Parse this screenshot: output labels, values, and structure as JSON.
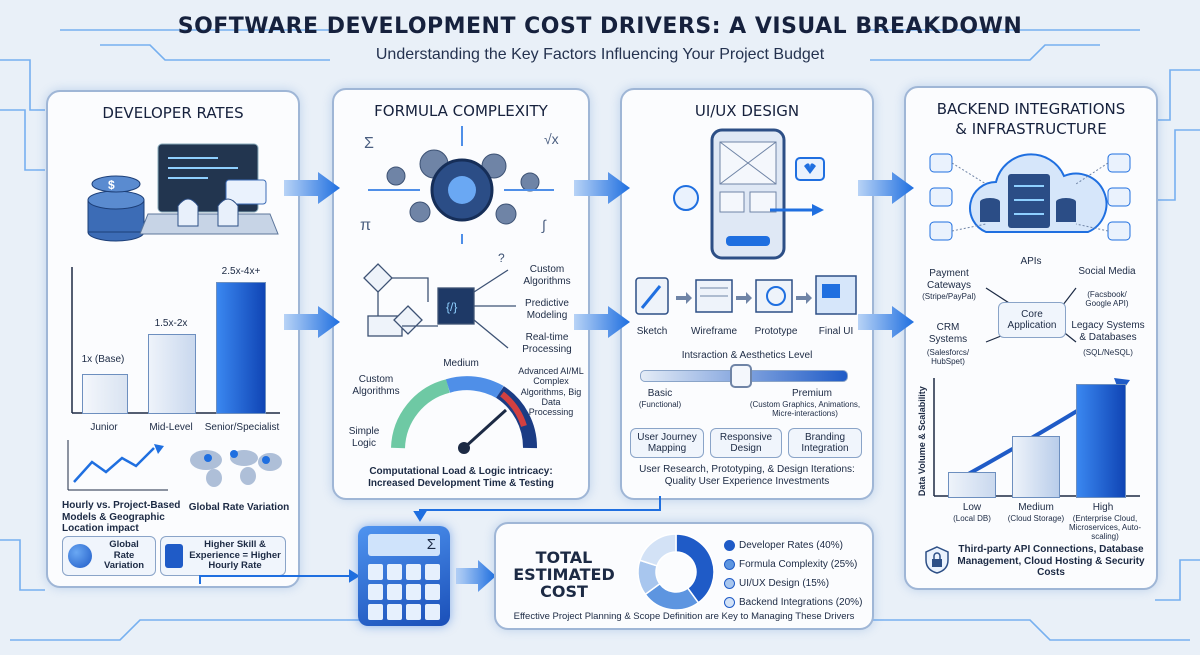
{
  "header": {
    "title": "SOFTWARE DEVELOPMENT COST DRIVERS: A VISUAL BREAKDOWN",
    "subtitle": "Understanding the Key Factors Influencing Your Project Budget"
  },
  "developer_rates": {
    "title": "DEVELOPER RATES",
    "bars": [
      {
        "level": "Junior",
        "label": "1x (Base)"
      },
      {
        "level": "Mid-Level",
        "label": "1.5x-2x"
      },
      {
        "level": "Senior/Specialist",
        "label": "2.5x-4x+"
      }
    ],
    "hourly_caption": "Hourly vs. Project-Based Models & Geographic Location impact",
    "global_caption": "Global Rate Variation",
    "chip_global": "Global Rate Variation",
    "chip_skill": "Higher Skill & Experience = Higher Hourly Rate"
  },
  "formula_complexity": {
    "title": "FORMULA COMPLEXITY",
    "flow_labels": [
      "Custom Algorithms",
      "Predictive Modeling",
      "Real-time Processing"
    ],
    "gauge_medium": "Medium",
    "gauge_left": "Custom Algorithms",
    "gauge_simple": "Simple Logic",
    "gauge_advanced": "Advanced AI/ML Complex Algorithms, Big Data Processing",
    "caption": "Computational Load & Logic intricacy: Increased Development Time & Testing"
  },
  "uiux": {
    "title": "UI/UX DESIGN",
    "steps": [
      "Sketch",
      "Wireframe",
      "Prototype",
      "Final UI"
    ],
    "slider_title": "Intsraction & Aesthetics Level",
    "slider_value": 0.48,
    "basic": "Basic",
    "basic_sub": "(Functional)",
    "premium": "Premium",
    "premium_sub": "(Custom Graphics, Animations, Micre-interactions)",
    "chips": [
      "User Journey Mapping",
      "Responsive Design",
      "Branding Integration"
    ],
    "caption": "User Research, Prototyping, & Design Iterations: Quality User Experience Investments"
  },
  "backend": {
    "title_line1": "BACKEND INTEGRATIONS",
    "title_line2": "& INFRASTRUCTURE",
    "apis": "APIs",
    "core": "Core Application",
    "payment": "Payment Cateways",
    "payment_sub": "(Stripe/PayPal)",
    "social": "Social Media",
    "social_sub": "(Facsbook/ Google API)",
    "crm": "CRM Systems",
    "crm_sub": "(Salesforcs/ HubSpet)",
    "legacy": "Legacy Systems & Databases",
    "legacy_sub": "(SQL/NeSQL)",
    "yaxis": "Data Volume & Scalability",
    "bars": [
      {
        "label": "Low",
        "sub": "(Local DB)"
      },
      {
        "label": "Medium",
        "sub": "(Cloud Storage)"
      },
      {
        "label": "High",
        "sub": "(Enterprise Cloud, Microservices, Auto-scaling)"
      }
    ],
    "caption": "Third-party API Connections, Database Management, Cloud Hosting & Security Costs"
  },
  "total": {
    "title_lines": [
      "TOTAL",
      "ESTIMATED",
      "COST"
    ],
    "legend": [
      {
        "label": "Developer Rates (40%)",
        "color": "#1f5bc7"
      },
      {
        "label": "Formula Complexity (25%)",
        "color": "#5d95e0"
      },
      {
        "label": "UI/UX Design (15%)",
        "color": "#a8c6ee"
      },
      {
        "label": "Backend Integrations (20%)",
        "color": "#d3e2f6"
      }
    ],
    "caption": "Effective Project Planning & Scope Definition are Key to Managing These Drivers",
    "calculator_symbol": "Σ"
  },
  "colors": {
    "accent": "#1f6fe0",
    "panel_border": "#9fb6d6",
    "dark": "#16213d"
  }
}
